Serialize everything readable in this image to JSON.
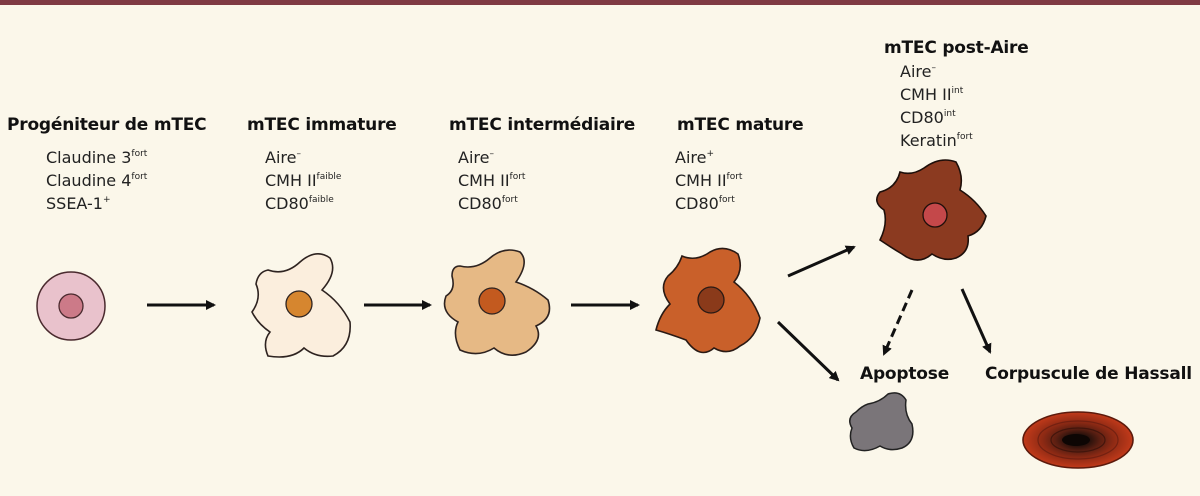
{
  "colors": {
    "top_bar": "#7f3a43",
    "background": "#fbf7ea",
    "progenitor_cell": "#e9c2cc",
    "immature_cell": "#fbeedd",
    "intermediate_cell": "#e6b985",
    "mature_cell": "#c9602a",
    "post_aire_cell": "#8b3a20",
    "apoptosis_cell": "#7a7579",
    "hassall_corpuscle": "#b52f18"
  },
  "stages": {
    "progenitor": {
      "title": "Progéniteur de mTEC",
      "markers": [
        {
          "name": "Claudine 3",
          "level": "fort"
        },
        {
          "name": "Claudine 4",
          "level": "fort"
        },
        {
          "name": "SSEA-1",
          "level": "+"
        }
      ]
    },
    "immature": {
      "title": "mTEC immature",
      "markers": [
        {
          "name": "Aire",
          "level": "–"
        },
        {
          "name": "CMH II",
          "level": "faible"
        },
        {
          "name": "CD80",
          "level": "faible"
        }
      ]
    },
    "intermediate": {
      "title": "mTEC intermédiaire",
      "markers": [
        {
          "name": "Aire",
          "level": "–"
        },
        {
          "name": "CMH II",
          "level": "fort"
        },
        {
          "name": "CD80",
          "level": "fort"
        }
      ]
    },
    "mature": {
      "title": "mTEC mature",
      "markers": [
        {
          "name": "Aire",
          "level": "+"
        },
        {
          "name": "CMH II",
          "level": "fort"
        },
        {
          "name": "CD80",
          "level": "fort"
        }
      ]
    },
    "post_aire": {
      "title": "mTEC post-Aire",
      "markers": [
        {
          "name": "Aire",
          "level": "–"
        },
        {
          "name": "CMH II",
          "level": "int"
        },
        {
          "name": "CD80",
          "level": "int"
        },
        {
          "name": "Keratin",
          "level": "fort"
        }
      ]
    }
  },
  "fates": {
    "apoptosis": {
      "title": "Apoptose"
    },
    "hassall": {
      "title": "Corpuscule de Hassall"
    }
  }
}
